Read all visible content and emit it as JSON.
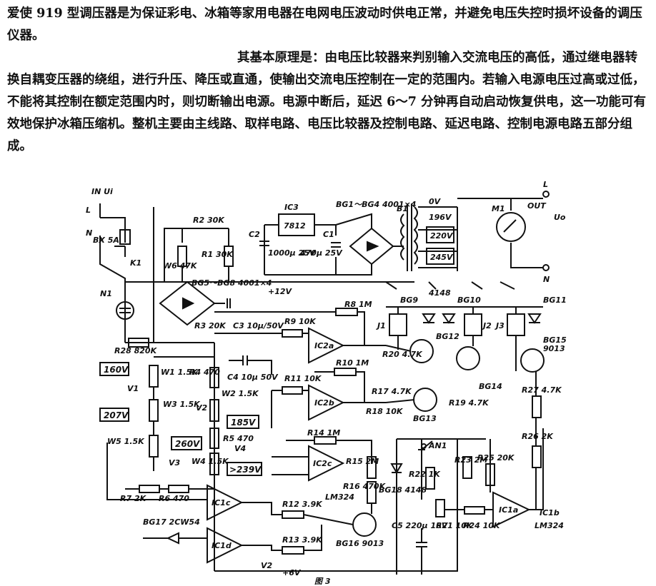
{
  "paragraphs": [
    "爱使 919 型调压器是为保证彩电、冰箱等家用电器在电网电压波动时供电正常，并避免电压失控时损坏设备的调压仪器。",
    "其基本原理是：由电压比较器来判别输入交流电压的高低，通过继电器转换自耦变压器的绕组，进行升压、降压或直通，使输出交流电压控制在一定的范围内。若输入电源电压过高或过低，不能将其控制在额定范围内时，则切断输出电源。电源中断后，延迟 6～7 分钟再自动启动恢复供电，这一功能可有效地保护冰箱压缩机。整机主要由主线路、取样电路、电压比较器及控制电路、延迟电路、控制电源电路五部分组成。"
  ],
  "diagram": {
    "labels": {
      "input": "IN Ui",
      "L_in": "L",
      "N_in": "N",
      "fuse": "BX 5A",
      "k1": "K1",
      "neon": "N1",
      "r28": "R28 820K",
      "r2": "R2 30K",
      "r1": "R1 30K",
      "w6": "W6 47K",
      "ic3": "IC3",
      "reg": "7812",
      "c2": "C2",
      "c2v": "1000μ 25V",
      "c1": "C1",
      "c1v": "470μ 25V",
      "bridge_out": "BG1～BG4 4001×4",
      "b1": "B1",
      "t0": "0V",
      "t196": "196V",
      "t220": "220V",
      "t245": "245V",
      "meter": "M1",
      "out": "OUT",
      "L_out": "L",
      "N_out": "N",
      "uo": "Uo",
      "bridge_in": "BG5～BG8 4001×4",
      "plus12": "+12V",
      "c3": "C3 10μ/50V",
      "r3": "R3 20K",
      "v160": "160V",
      "v207": "207V",
      "v260": "260V",
      "v185": "185V",
      "v239": ">239V",
      "w1": "W1 1.5K",
      "w3": "W3 1.5K",
      "w5": "W5 1.5K",
      "w2": "W2 1.5K",
      "w4": "W4 1.5K",
      "r4": "R4 470",
      "r5": "R5 470",
      "r6": "R6 470",
      "r7": "R7 2K",
      "c4": "C4 10μ 50V",
      "v1": "V1",
      "v2": "V2",
      "v3": "V3",
      "v4": "V4",
      "r8": "R8 1M",
      "r9": "R9 10K",
      "r10": "R10 1M",
      "r11": "R11 10K",
      "r17": "R17 4.7K",
      "r18": "R18 10K",
      "r19": "R19 4.7K",
      "r20": "R20 4.7K",
      "ic2a": "IC2a",
      "ic2b": "IC2b",
      "ic2c": "IC2c",
      "ic1a": "IC1a",
      "ic1b": "IC1b",
      "ic1c": "IC1c",
      "ic1d": "IC1d",
      "j1": "J1",
      "j2": "J2",
      "j3": "J3",
      "d4148": "4148",
      "bg9": "BG9",
      "bg10": "BG10",
      "bg11": "BG11",
      "bg12": "BG12",
      "bg13": "BG13",
      "bg14": "BG14",
      "bg15": "BG15",
      "t9013": "9013",
      "r14": "R14 1M",
      "r15": "R15 2M",
      "r16": "R16 470K",
      "r12": "R12 3.9K",
      "r13": "R13 3.9K",
      "bg16": "BG16 9013",
      "bg17": "BG17 2CW54",
      "lm324": "LM324",
      "an1": "AN1",
      "r22": "R22 1K",
      "r21": "R21 10K",
      "r23": "R23 2M",
      "r24": "R24 10K",
      "r25": "R25 20K",
      "r26": "R26 2K",
      "r27": "R27 4.7K",
      "c5": "C5 220μ 16V",
      "bg18": "BG18 4148",
      "pv2": "V2",
      "p6v": "+6V",
      "fig": "图 3"
    }
  }
}
